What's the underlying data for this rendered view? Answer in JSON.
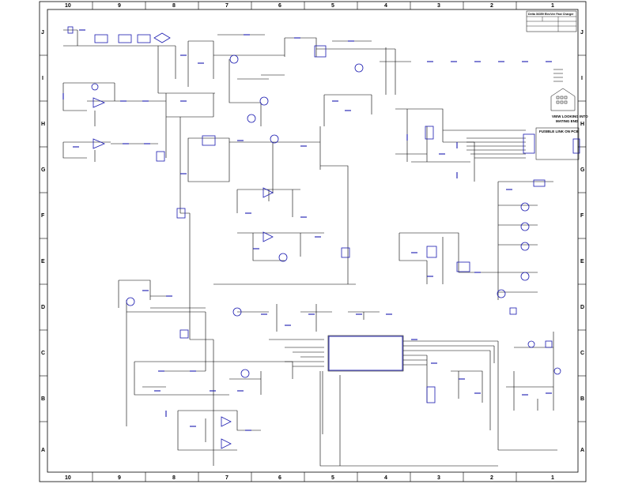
{
  "sheet": {
    "cols_top": [
      "10",
      "9",
      "8",
      "7",
      "6",
      "5",
      "4",
      "3",
      "2",
      "1"
    ],
    "rows_left": [
      "J",
      "I",
      "H",
      "G",
      "F",
      "E",
      "D",
      "C",
      "B",
      "A"
    ]
  },
  "title_block": {
    "title": "Delta 36359 ElecVee Fast Charger",
    "line2": "",
    "line3": ""
  },
  "notes": {
    "view_1": "VIEW LOOKING INTO",
    "view_2": "MATING END",
    "fusible": "FUSIBLE LINK ON PCB"
  },
  "colors": {
    "wire": "#000000",
    "component": "#1a1ab0",
    "border": "#000000"
  }
}
